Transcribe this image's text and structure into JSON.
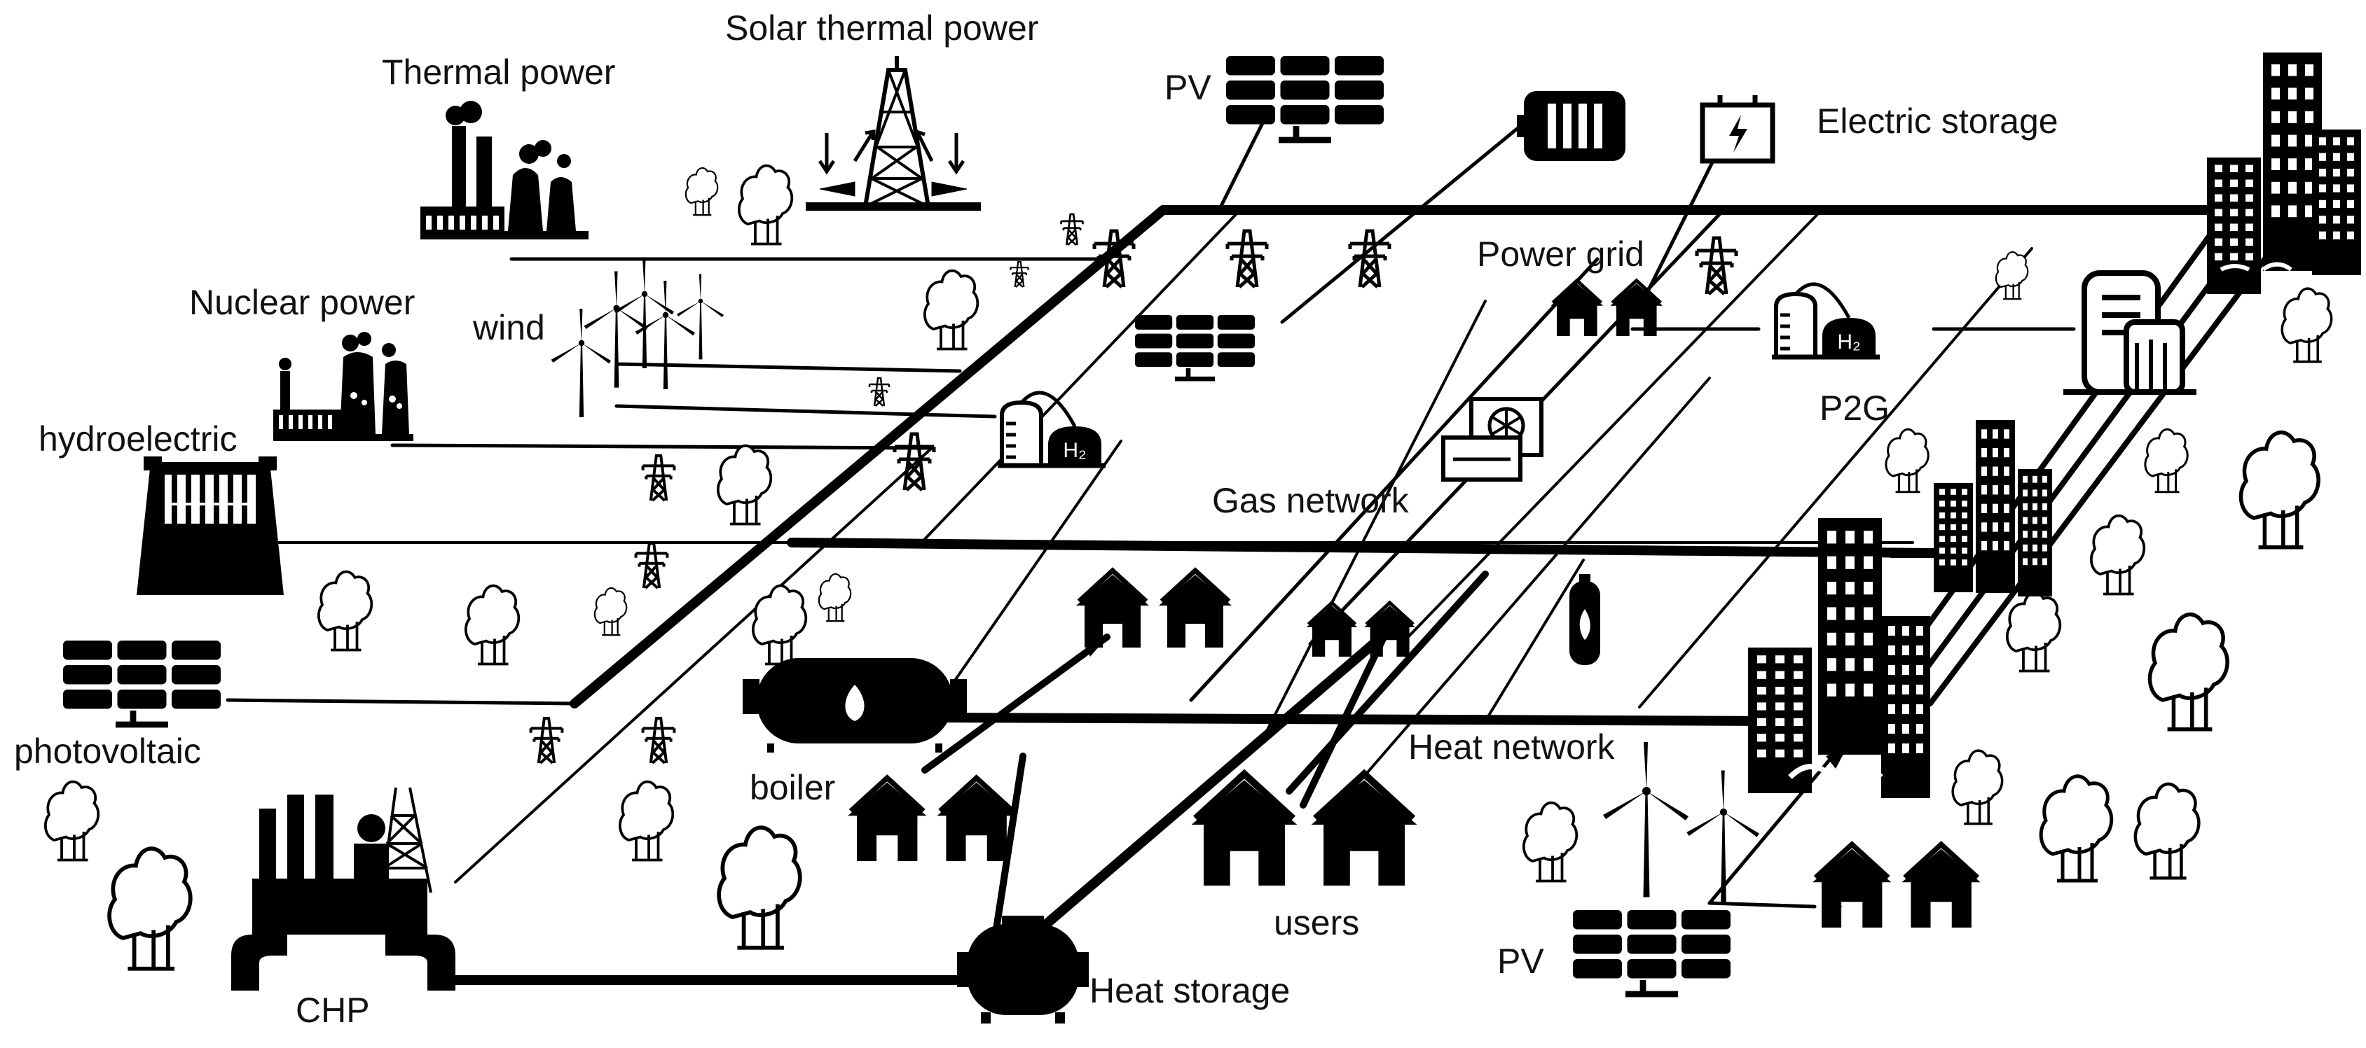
{
  "labels": {
    "solar_thermal": "Solar thermal power",
    "thermal": "Thermal power",
    "pv_top": "PV",
    "electric_storage": "Electric storage",
    "nuclear": "Nuclear power",
    "wind": "wind",
    "hydro": "hydroelectric",
    "power_grid": "Power grid",
    "p2g": "P2G",
    "gas_network": "Gas network",
    "heat_network": "Heat network",
    "photovoltaic": "photovoltaic",
    "boiler": "boiler",
    "chp": "CHP",
    "heat_storage": "Heat storage",
    "users": "users",
    "pv_bottom": "PV",
    "h2_left": "H₂",
    "h2_right": "H₂"
  },
  "colors": {
    "ink": "#000000",
    "background": "#ffffff"
  },
  "icons": [
    "thermal-plant-icon",
    "solar-thermal-tower-icon",
    "pv-panel-icon",
    "battery-icon",
    "electric-storage-icon",
    "nuclear-plant-icon",
    "wind-turbine-icon",
    "hydro-dam-icon",
    "transmission-tower-icon",
    "tree-icon",
    "house-icon",
    "hydrogen-tank-icon",
    "building-icon",
    "boiler-icon",
    "chp-plant-icon",
    "heat-storage-tank-icon",
    "heat-pump-icon",
    "gas-cylinder-icon"
  ]
}
